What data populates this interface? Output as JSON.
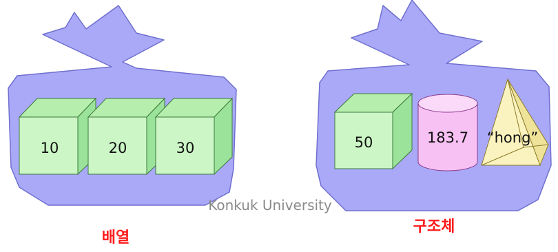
{
  "array_bag": {
    "values": [
      "10",
      "20",
      "30"
    ],
    "caption": "배열"
  },
  "struct_bag": {
    "values": [
      "50",
      "183.7",
      "“hong”"
    ],
    "caption": "구조체"
  },
  "watermark": "Konkuk University",
  "colors": {
    "bag_fill": "#a9a9f8",
    "bag_stroke": "#6f6fcf",
    "cube_fill": "#ccf6c6",
    "cube_side": "#9be29a",
    "cube_top": "#b6eeae",
    "cylinder_fill": "#f8c1f4",
    "cylinder_top": "#fbd9f8",
    "pyramid_fill": "#fbf3bf",
    "pyramid_side": "#efe39a",
    "caption": "#ff1a1a"
  }
}
